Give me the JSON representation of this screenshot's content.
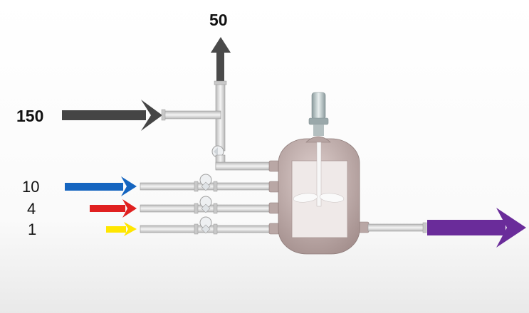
{
  "labels": {
    "top_exhaust": "50",
    "steam_feed": "150",
    "feed_blue": "10",
    "feed_red": "4",
    "feed_yellow": "1"
  },
  "colors": {
    "exhaust_arrow": "#4a4a4a",
    "steam_arrow": "#454545",
    "blue_arrow": "#1565c0",
    "red_arrow": "#e02020",
    "yellow_arrow": "#ffe600",
    "product_arrow": "#6a2c9a",
    "vessel": "#c8b6b4",
    "pipe": "#dcdcdc"
  }
}
